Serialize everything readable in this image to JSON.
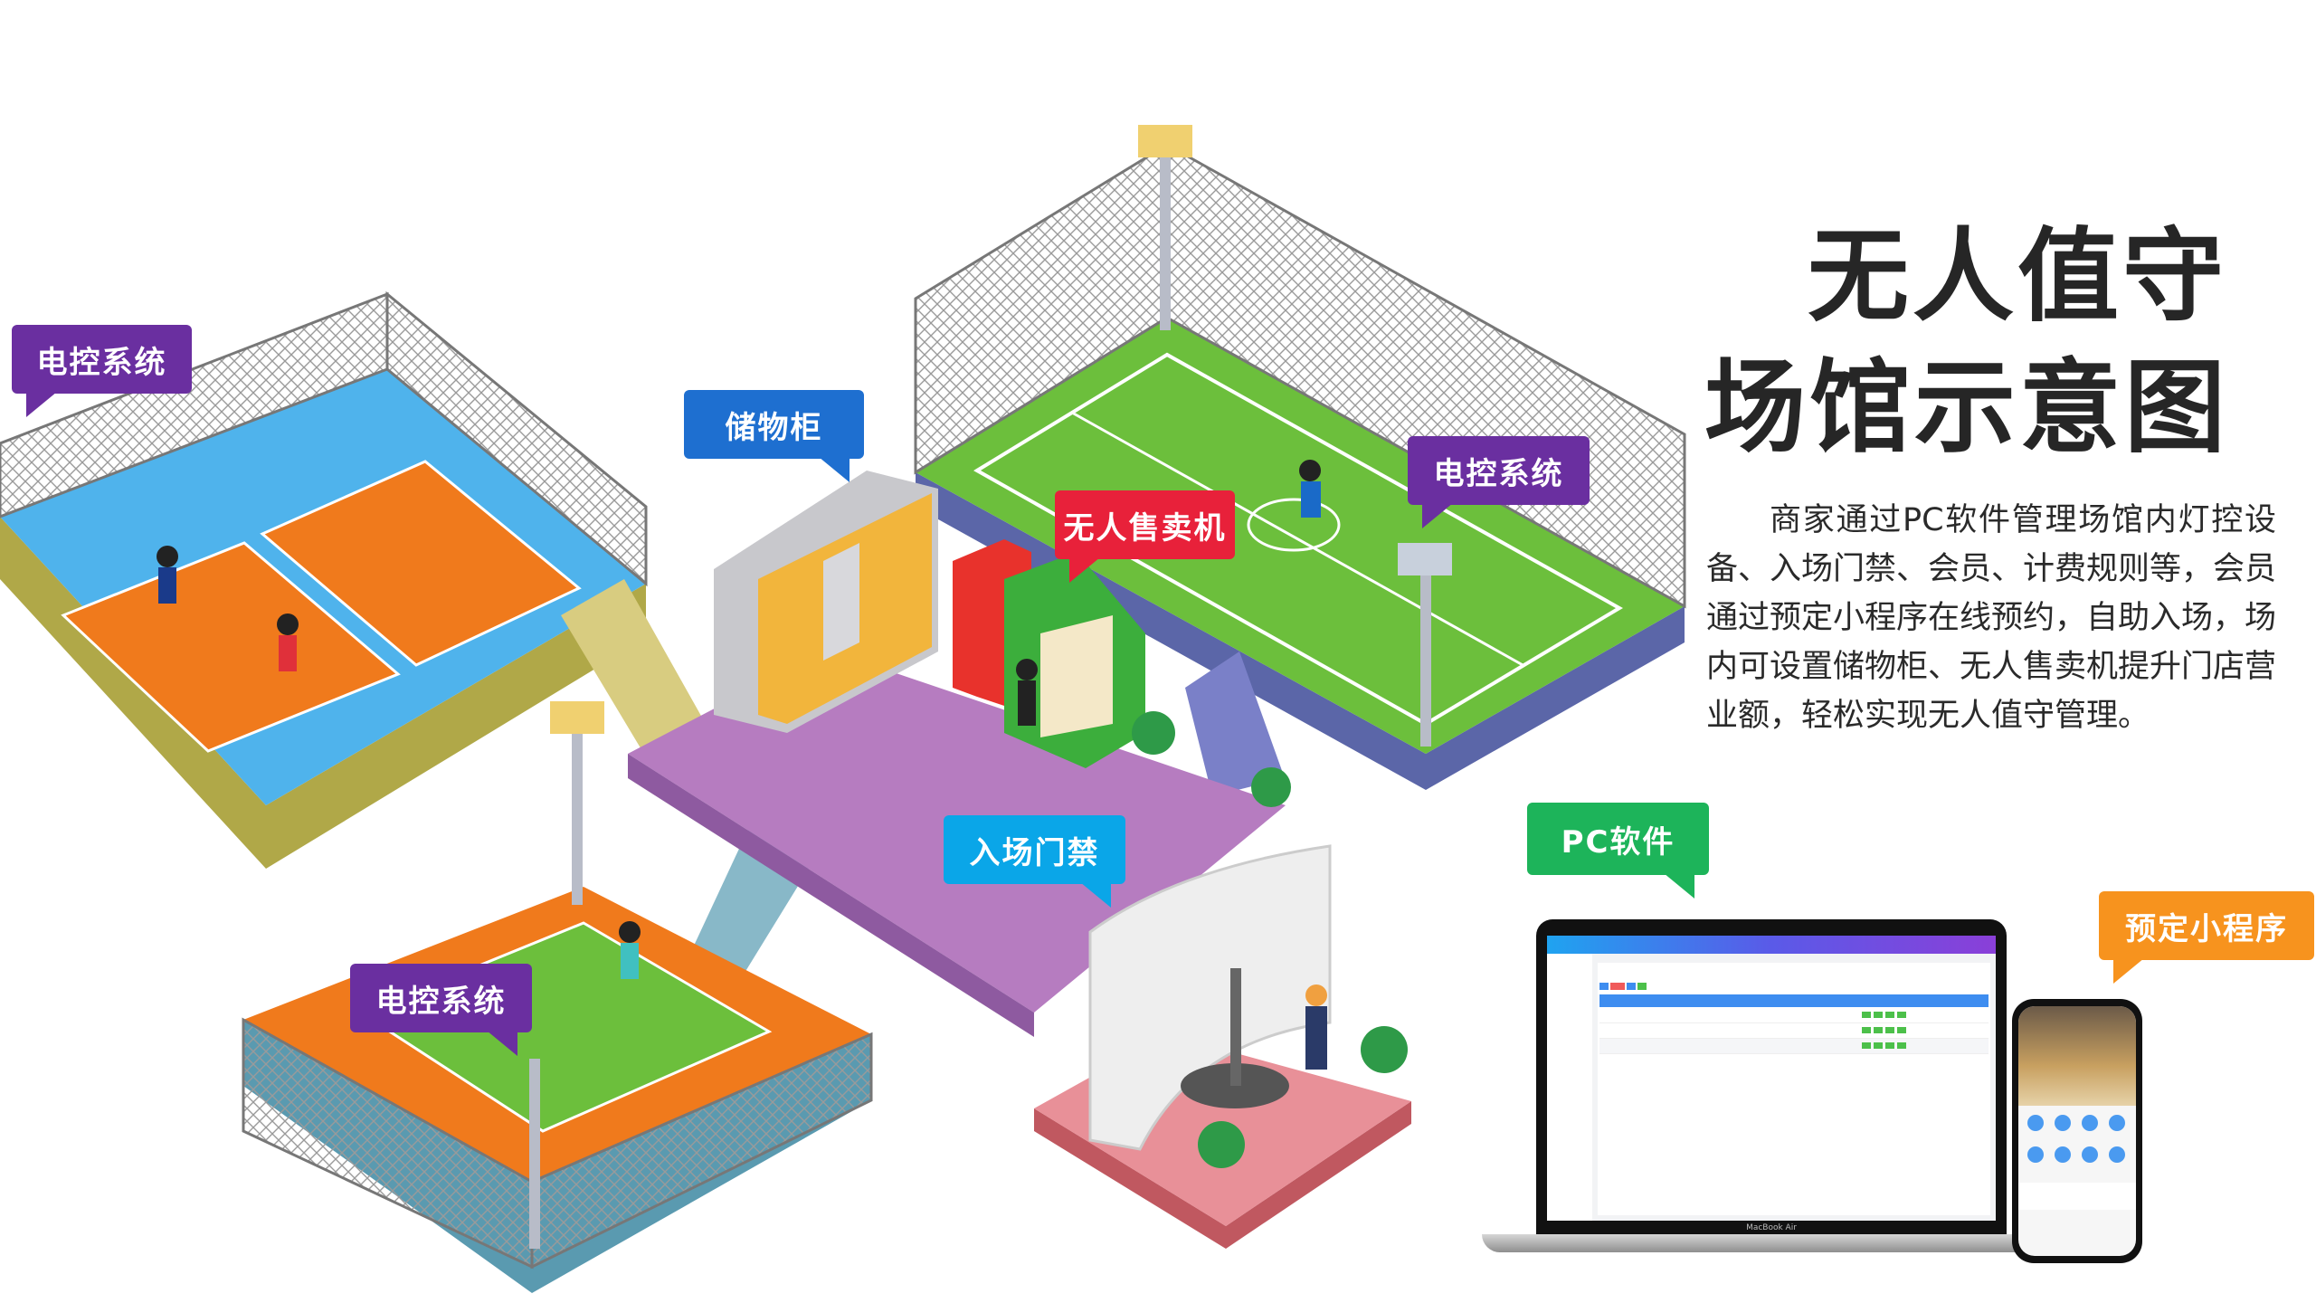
{
  "title": {
    "line1": "无人值守",
    "line2": "场馆示意图"
  },
  "description": "商家通过PC软件管理场馆内灯控设备、入场门禁、会员、计费规则等，会员通过预定小程序在线预约，自助入场，场内可设置储物柜、无人售卖机提升门店营业额，轻松实现无人值守管理。",
  "labels": {
    "electric_control_tennis": "电控系统",
    "locker": "储物柜",
    "vending_machine": "无人售卖机",
    "electric_control_football": "电控系统",
    "entrance_gate": "入场门禁",
    "electric_control_basketball": "电控系统",
    "pc_software": "PC软件",
    "mini_program": "预定小程序"
  },
  "laptop": {
    "brand": "MacBook Air"
  },
  "colors": {
    "purple_tag": "#6a2fa0",
    "blue_tag": "#1e6fd0",
    "red_tag": "#e8213a",
    "cyan_tag": "#0aa6e8",
    "green_tag": "#1db45a",
    "orange_tag": "#f7931e"
  }
}
